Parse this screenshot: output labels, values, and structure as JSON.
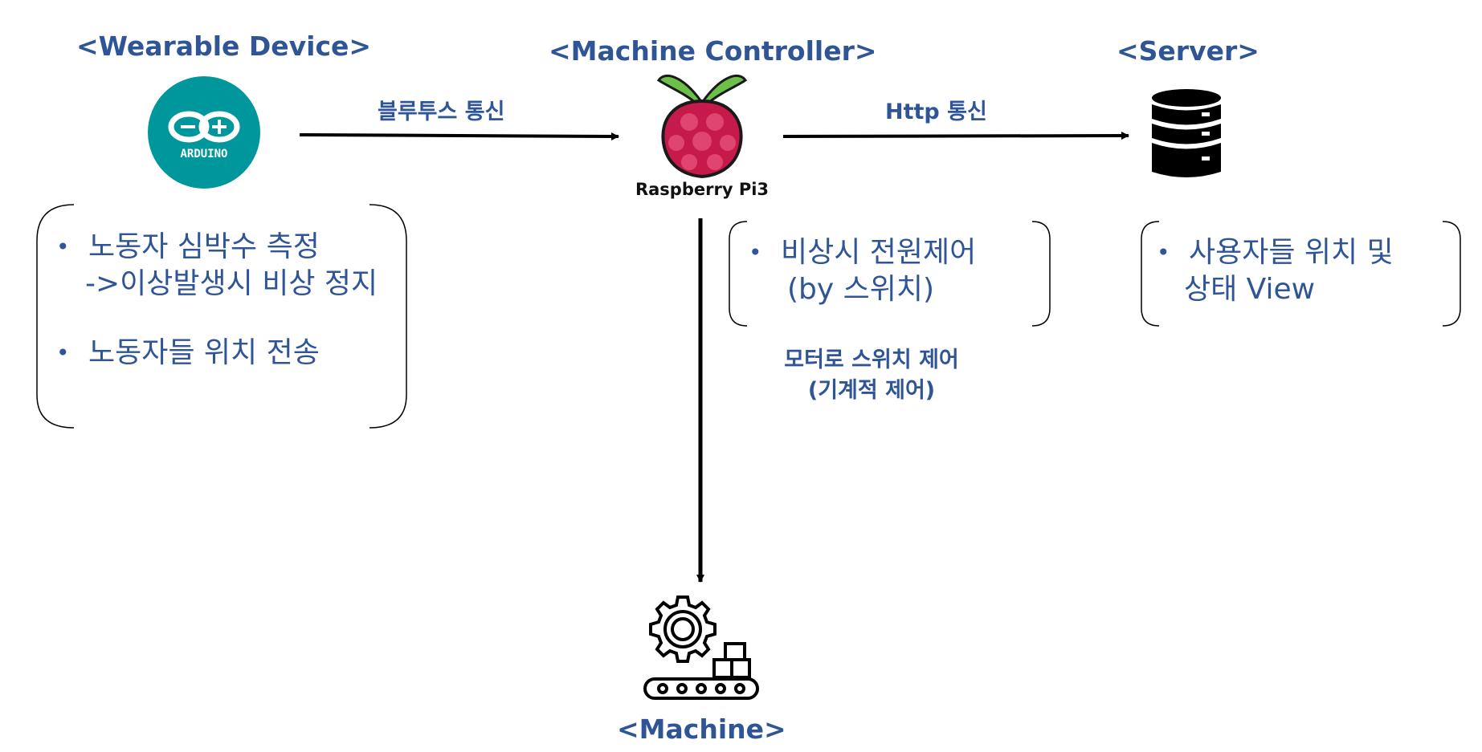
{
  "nodes": {
    "wearable": {
      "title": "<Wearable Device>",
      "logo_text": "ARDUINO",
      "icon": "arduino-logo-icon"
    },
    "controller": {
      "title": "<Machine Controller>",
      "logo_text": "Raspberry Pi3",
      "icon": "raspberry-pi-icon"
    },
    "server": {
      "title": "<Server>",
      "icon": "database-icon"
    },
    "machine": {
      "title": "<Machine>",
      "icon": "factory-machine-icon"
    }
  },
  "edges": {
    "wearable_to_controller": "블루투스 통신",
    "controller_to_server": "Http 통신",
    "controller_to_machine_line1": "모터로 스위치 제어",
    "controller_to_machine_line2": "(기계적 제어)"
  },
  "notes": {
    "wearable": {
      "item1_line1": "노동자 심박수 측정",
      "item1_line2": "->이상발생시 비상 정지",
      "item2": "노동자들 위치 전송"
    },
    "controller": {
      "item1_line1": "비상시 전원제어",
      "item1_line2": "(by 스위치)"
    },
    "server": {
      "item1_line1": "사용자들 위치 및",
      "item1_line2": "상태 View"
    }
  },
  "colors": {
    "text_blue": "#2F5597",
    "arduino_teal": "#00979C",
    "raspberry_red": "#C51A4A",
    "leaf_green": "#6CC04A"
  }
}
